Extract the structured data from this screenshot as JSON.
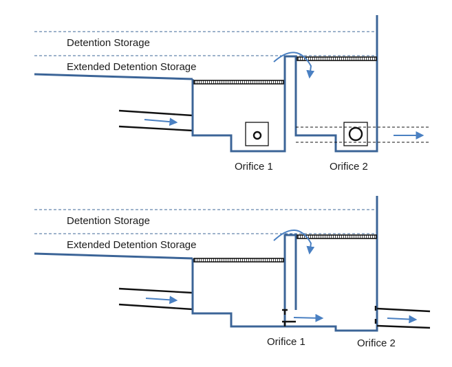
{
  "colors": {
    "structure": "#3b6497",
    "flow_arrow": "#4a80c2",
    "pipe": "#111111",
    "water_line": "#3b6497"
  },
  "top_panel": {
    "detention_label": "Detention Storage",
    "extended_label": "Extended Detention Storage",
    "orifice1_label": "Orifice 1",
    "orifice2_label": "Orifice 2"
  },
  "bottom_panel": {
    "detention_label": "Detention Storage",
    "extended_label": "Extended Detention Storage",
    "orifice1_label": "Orifice 1",
    "orifice2_label": "Orifice 2"
  }
}
